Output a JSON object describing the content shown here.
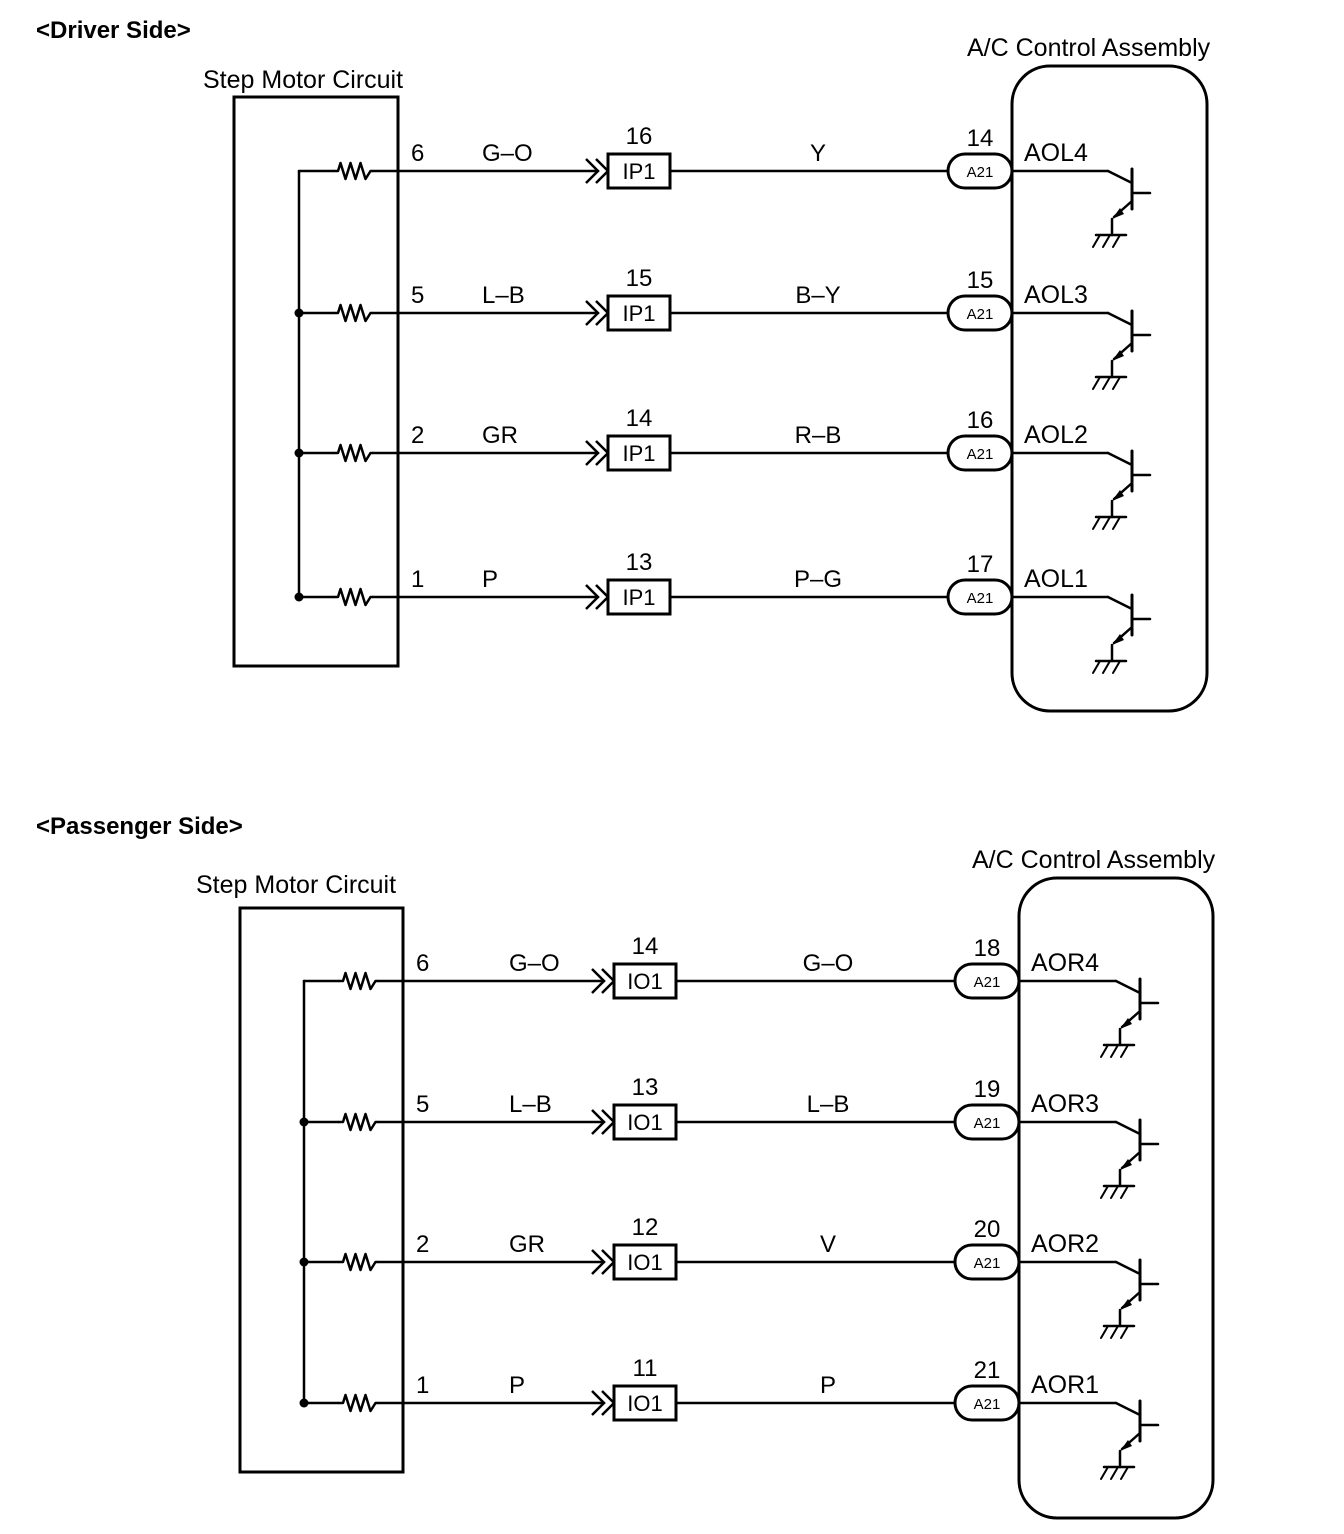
{
  "sections": [
    {
      "title": "<Driver Side>",
      "motor_label": "Step Motor Circuit",
      "assembly_label": "A/C Control Assembly",
      "rows": [
        {
          "motor_pin": "6",
          "wire_left": "G–O",
          "conn_pin": "16",
          "conn": "IP1",
          "wire_right": "Y",
          "a21_pin": "14",
          "a21": "A21",
          "signal": "AOL4"
        },
        {
          "motor_pin": "5",
          "wire_left": "L–B",
          "conn_pin": "15",
          "conn": "IP1",
          "wire_right": "B–Y",
          "a21_pin": "15",
          "a21": "A21",
          "signal": "AOL3"
        },
        {
          "motor_pin": "2",
          "wire_left": "GR",
          "conn_pin": "14",
          "conn": "IP1",
          "wire_right": "R–B",
          "a21_pin": "16",
          "a21": "A21",
          "signal": "AOL2"
        },
        {
          "motor_pin": "1",
          "wire_left": "P",
          "conn_pin": "13",
          "conn": "IP1",
          "wire_right": "P–G",
          "a21_pin": "17",
          "a21": "A21",
          "signal": "AOL1"
        }
      ]
    },
    {
      "title": "<Passenger Side>",
      "motor_label": "Step Motor Circuit",
      "assembly_label": "A/C Control Assembly",
      "rows": [
        {
          "motor_pin": "6",
          "wire_left": "G–O",
          "conn_pin": "14",
          "conn": "IO1",
          "wire_right": "G–O",
          "a21_pin": "18",
          "a21": "A21",
          "signal": "AOR4"
        },
        {
          "motor_pin": "5",
          "wire_left": "L–B",
          "conn_pin": "13",
          "conn": "IO1",
          "wire_right": "L–B",
          "a21_pin": "19",
          "a21": "A21",
          "signal": "AOR3"
        },
        {
          "motor_pin": "2",
          "wire_left": "GR",
          "conn_pin": "12",
          "conn": "IO1",
          "wire_right": "V",
          "a21_pin": "20",
          "a21": "A21",
          "signal": "AOR2"
        },
        {
          "motor_pin": "1",
          "wire_left": "P",
          "conn_pin": "11",
          "conn": "IO1",
          "wire_right": "P",
          "a21_pin": "21",
          "a21": "A21",
          "signal": "AOR1"
        }
      ]
    }
  ]
}
